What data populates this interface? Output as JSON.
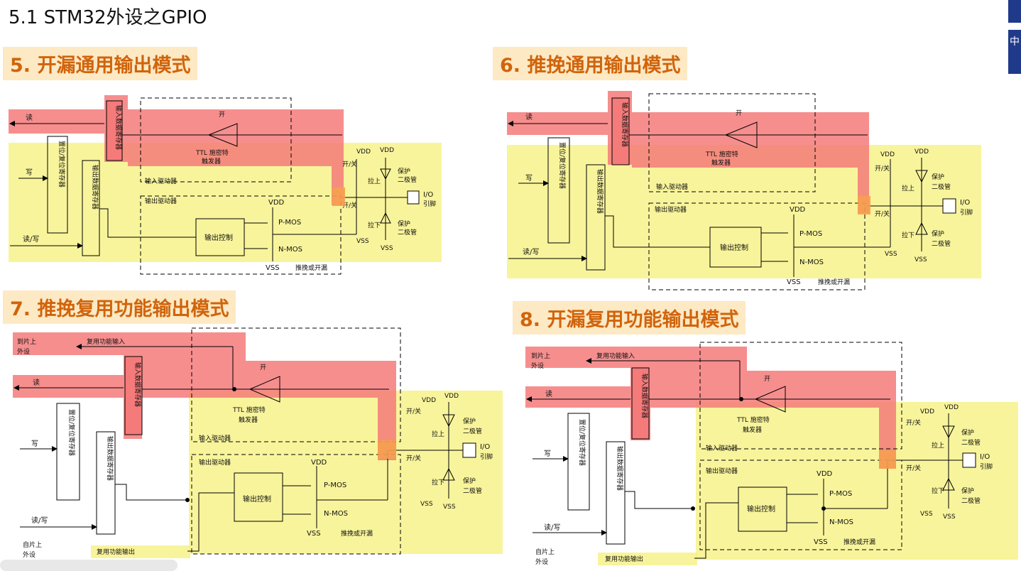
{
  "page": {
    "title": "5.1  STM32外设之GPIO",
    "side_tab_glyph": "中"
  },
  "colors": {
    "red": "#f57a7a",
    "yellow": "#f5f07a",
    "title_bg": "#fde9c4",
    "title_fg": "#d0640c"
  },
  "diagrams": [
    {
      "title": "5. 开漏通用输出模式",
      "labels": {
        "read": "读",
        "write": "写",
        "read_write": "读/写",
        "input_reg": "输入数据寄存器",
        "set_reset_reg": "置位/复位寄存器",
        "output_reg": "输出数据寄存器",
        "on": "开",
        "ttl": "TTL 施密特",
        "trigger": "触发器",
        "input_driver": "输入驱动器",
        "output_driver": "输出驱动器",
        "output_ctrl": "输出控制",
        "pmos": "P-MOS",
        "nmos": "N-MOS",
        "vdd": "VDD",
        "vss": "VSS",
        "push_pull": "推挽或开漏",
        "onoff": "开/关",
        "pull_up": "拉上",
        "pull_down": "拉下",
        "protect": "保护",
        "diode": "二极管",
        "io": "I/O",
        "pin": "引脚"
      }
    },
    {
      "title": "6. 推挽通用输出模式",
      "labels": {
        "read": "读",
        "write": "写",
        "read_write": "读/写",
        "input_reg": "输入数据寄存器",
        "set_reset_reg": "置位/复位寄存器",
        "output_reg": "输出数据寄存器",
        "on": "开",
        "ttl": "TTL 施密特",
        "trigger": "触发器",
        "input_driver": "输入驱动器",
        "output_driver": "输出驱动器",
        "output_ctrl": "输出控制",
        "pmos": "P-MOS",
        "nmos": "N-MOS",
        "vdd": "VDD",
        "vss": "VSS",
        "push_pull": "推挽或开漏",
        "onoff": "开/关",
        "pull_up": "拉上",
        "pull_down": "拉下",
        "protect": "保护",
        "diode": "二极管",
        "io": "I/O",
        "pin": "引脚"
      }
    },
    {
      "title": "7. 推挽复用功能输出模式",
      "labels": {
        "to_chip": "到片上",
        "peripheral": "外设",
        "alt_in": "复用功能输入",
        "alt_out": "复用功能输出",
        "from_chip": "自片上",
        "read": "读",
        "write": "写",
        "read_write": "读/写",
        "input_reg": "输入数据寄存器",
        "set_reset_reg": "置位/复位寄存器",
        "output_reg": "输出数据寄存器",
        "on": "开",
        "ttl": "TTL 施密特",
        "trigger": "触发器",
        "input_driver": "输入驱动器",
        "output_driver": "输出驱动器",
        "output_ctrl": "输出控制",
        "pmos": "P-MOS",
        "nmos": "N-MOS",
        "vdd": "VDD",
        "vss": "VSS",
        "push_pull": "推挽或开漏",
        "onoff": "开/关",
        "pull_up": "拉上",
        "pull_down": "拉下",
        "protect": "保护",
        "diode": "二极管",
        "io": "I/O",
        "pin": "引脚"
      }
    },
    {
      "title": "8. 开漏复用功能输出模式",
      "labels": {
        "to_chip": "到片上",
        "peripheral": "外设",
        "alt_in": "复用功能输入",
        "alt_out": "复用功能输出",
        "from_chip": "自片上",
        "read": "读",
        "write": "写",
        "read_write": "读/写",
        "input_reg": "输入数据寄存器",
        "set_reset_reg": "置位/复位寄存器",
        "output_reg": "输出数据寄存器",
        "on": "开",
        "ttl": "TTL 施密特",
        "trigger": "触发器",
        "input_driver": "输入驱动器",
        "output_driver": "输出驱动器",
        "output_ctrl": "输出控制",
        "pmos": "P-MOS",
        "nmos": "N-MOS",
        "vdd": "VDD",
        "vss": "VSS",
        "push_pull": "推挽或开漏",
        "onoff": "开/关",
        "pull_up": "拉上",
        "pull_down": "拉下",
        "protect": "保护",
        "diode": "二极管",
        "io": "I/O",
        "pin": "引脚"
      }
    }
  ]
}
